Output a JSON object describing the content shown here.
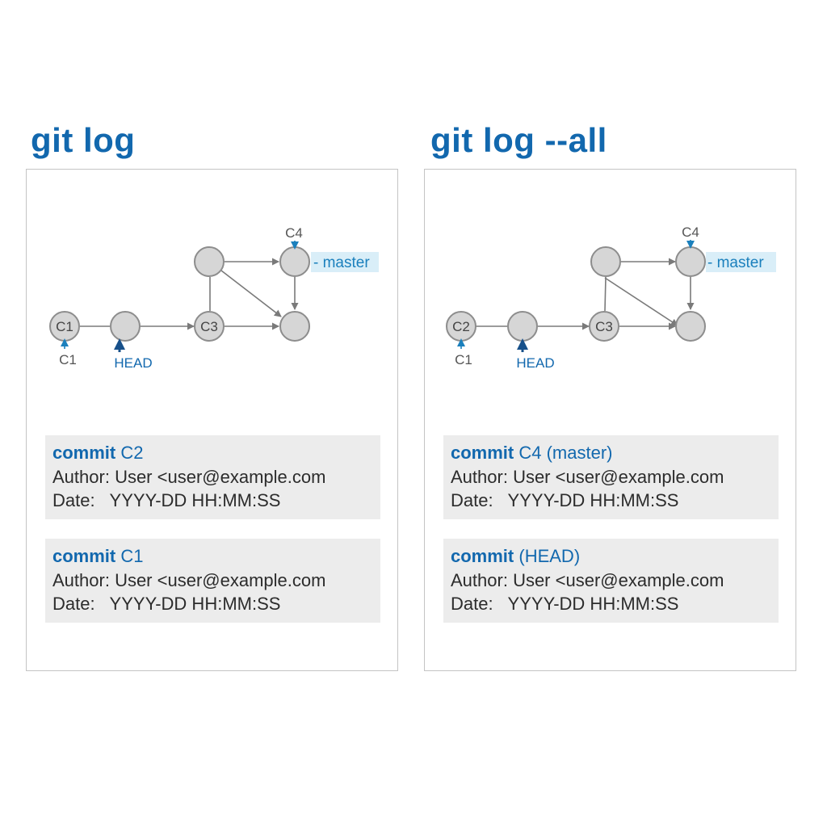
{
  "left": {
    "title": "git log",
    "graph": {
      "node_labels": [
        "C1",
        "C3"
      ],
      "top_label": "C4",
      "ref_label": "master",
      "below_labels": [
        "C1",
        "HEAD"
      ]
    },
    "commits": [
      {
        "keyword": "commit",
        "id": "C2",
        "author_label": "Author:",
        "author": "User <user@example.com",
        "date_label": "Date:",
        "date": "YYYY-DD HH:MM:SS"
      },
      {
        "keyword": "commit",
        "id": "C1",
        "author_label": "Author:",
        "author": "User <user@example.com",
        "date_label": "Date:",
        "date": "YYYY-DD HH:MM:SS"
      }
    ]
  },
  "right": {
    "title": "git log --all",
    "graph": {
      "node_labels": [
        "C2",
        "C3"
      ],
      "top_label": "C4",
      "ref_label": "master",
      "below_labels": [
        "C1",
        "HEAD"
      ]
    },
    "commits": [
      {
        "keyword": "commit",
        "id": "C4 (master)",
        "author_label": "Author:",
        "author": "User <user@example.com",
        "date_label": "Date:",
        "date": "YYYY-DD HH:MM:SS"
      },
      {
        "keyword": "commit",
        "id": "(HEAD)",
        "author_label": "Author:",
        "author": "User <user@example.com",
        "date_label": "Date:",
        "date": "YYYY-DD HH:MM:SS"
      }
    ]
  },
  "colors": {
    "title": "#1268ae",
    "ref_highlight": "#d9eef8",
    "node_fill": "#d6d6d6",
    "commit_box": "#ececec"
  }
}
